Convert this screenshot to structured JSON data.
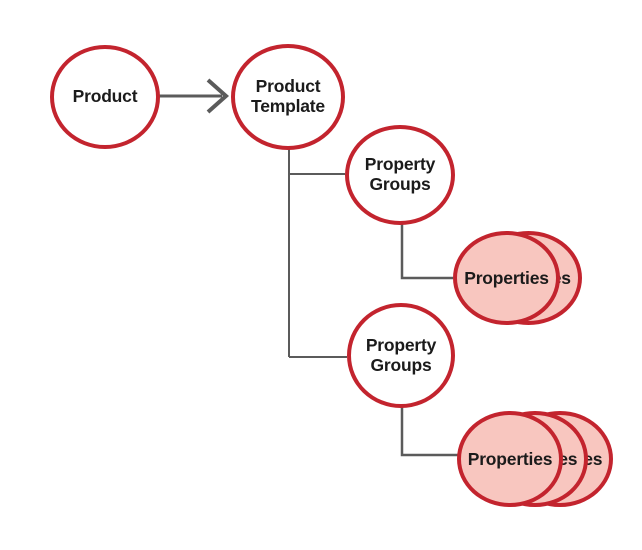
{
  "diagram": {
    "type": "flow-diagram",
    "background": "#ffffff",
    "colors": {
      "node_border": "#c3242e",
      "node_fill": "#ffffff",
      "stack_fill": "#f8c6bf",
      "connector": "#5b5b5b",
      "text": "#1b1b1b"
    },
    "nodes": {
      "product": {
        "label": "Product",
        "shape": "circle",
        "fill": "white"
      },
      "product_template": {
        "label": "Product Template",
        "shape": "circle",
        "fill": "white"
      },
      "property_groups_1": {
        "label": "Property Groups",
        "shape": "circle",
        "fill": "white"
      },
      "property_groups_2": {
        "label": "Property Groups",
        "shape": "circle",
        "fill": "white"
      },
      "properties_stack_1": {
        "label": "Properties",
        "shape": "stacked-circles",
        "fill": "pink",
        "stacked_copies": 2
      },
      "properties_stack_2": {
        "label": "Properties",
        "shape": "stacked-circles",
        "fill": "pink",
        "stacked_copies": 3
      }
    },
    "edges": [
      {
        "from": "Product",
        "to": "Product Template",
        "style": "arrow"
      },
      {
        "from": "Product Template",
        "to": "Property Groups (top)",
        "style": "elbow-line"
      },
      {
        "from": "Product Template",
        "to": "Property Groups (bottom)",
        "style": "elbow-line"
      },
      {
        "from": "Property Groups (top)",
        "to": "Properties (stack of 2)",
        "style": "elbow-line"
      },
      {
        "from": "Property Groups (bottom)",
        "to": "Properties (stack of 3)",
        "style": "elbow-line"
      }
    ]
  }
}
